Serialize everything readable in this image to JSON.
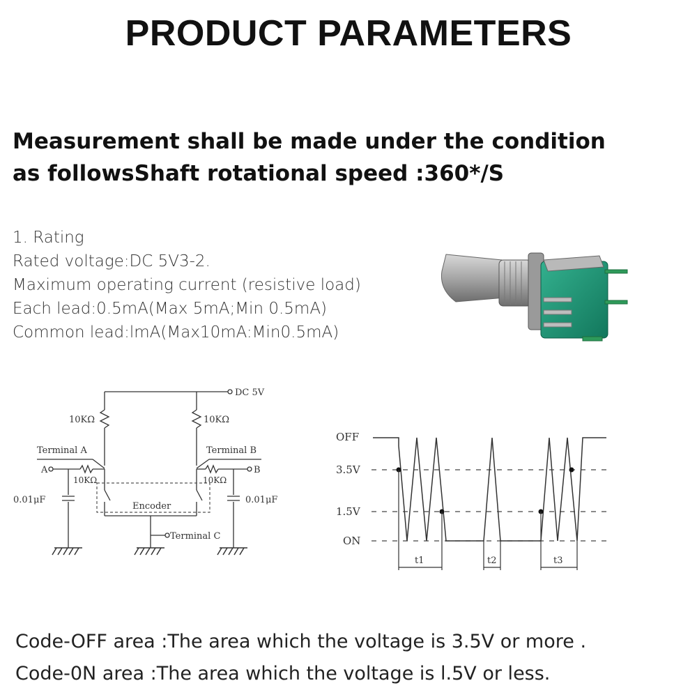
{
  "title": "PRODUCT PARAMETERS",
  "subtitle": {
    "line1": "Measurement shall be made under the condition",
    "line2": "as followsShaft rotational speed :360*/S"
  },
  "ratings": [
    "1. Rating",
    "Rated voltage:DC 5V3-2.",
    "Maximum operating current (resistive load)",
    "Each lead:0.5mA(Max 5mA;Min 0.5mA)",
    "Common lead:lmA(Max10mA:Min0.5mA)"
  ],
  "circuit": {
    "supply": "DC 5V",
    "resistor_left": "10KΩ",
    "resistor_right": "10KΩ",
    "terminal_a": "Terminal A",
    "terminal_b": "Terminal B",
    "terminal_c": "Terminal C",
    "node_a": "A",
    "node_b": "B",
    "series_left": "10KΩ",
    "series_right": "10KΩ",
    "cap_left": "0.01μF",
    "cap_right": "0.01μF",
    "encoder": "Encoder"
  },
  "waveform": {
    "off": "OFF",
    "v35": "3.5V",
    "v15": "1.5V",
    "on": "ON",
    "t1": "t1",
    "t2": "t2",
    "t3": "t3"
  },
  "notes": {
    "line1": "Code-OFF area :The area which the voltage is 3.5V or more .",
    "line2": "Code-0N area :The area which the voltage is l.5V or less."
  },
  "colors": {
    "encoder_body": "#1a9a78",
    "shaft": "#a9a9a9",
    "pins": "#2e9a5a"
  }
}
